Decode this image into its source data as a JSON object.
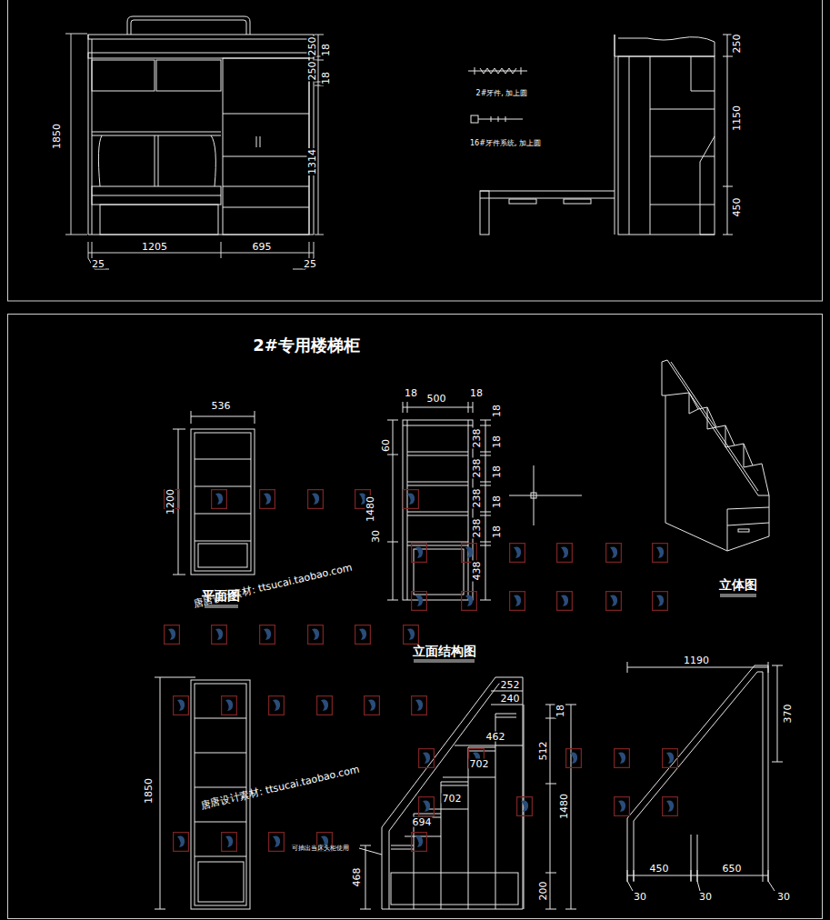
{
  "diagram": {
    "title": "2#专用楼梯柜",
    "labels": [
      "250",
      "18",
      "250",
      "18",
      "1850",
      "1314",
      "1205",
      "695",
      "25",
      "25",
      "2#牙件, 加上圆",
      "16#牙件系统, 加上圆",
      "250",
      "1150",
      "450",
      "536",
      "1200",
      "平面图",
      "18",
      "500",
      "18",
      "60",
      "1480",
      "30",
      "18",
      "238",
      "18",
      "238",
      "18",
      "238",
      "18",
      "238",
      "18",
      "438",
      "立面结构图",
      "立体图",
      "1850",
      "252",
      "240",
      "462",
      "702",
      "702",
      "694",
      "18",
      "512",
      "1480",
      "468",
      "200",
      "可抽出当床头柜使用",
      "1190",
      "370",
      "450",
      "650",
      "30",
      "30",
      "30",
      "唐唐设计素材: ttsucai.taobao.com",
      "唐唐设计素材: ttsucai.taobao.com"
    ]
  }
}
